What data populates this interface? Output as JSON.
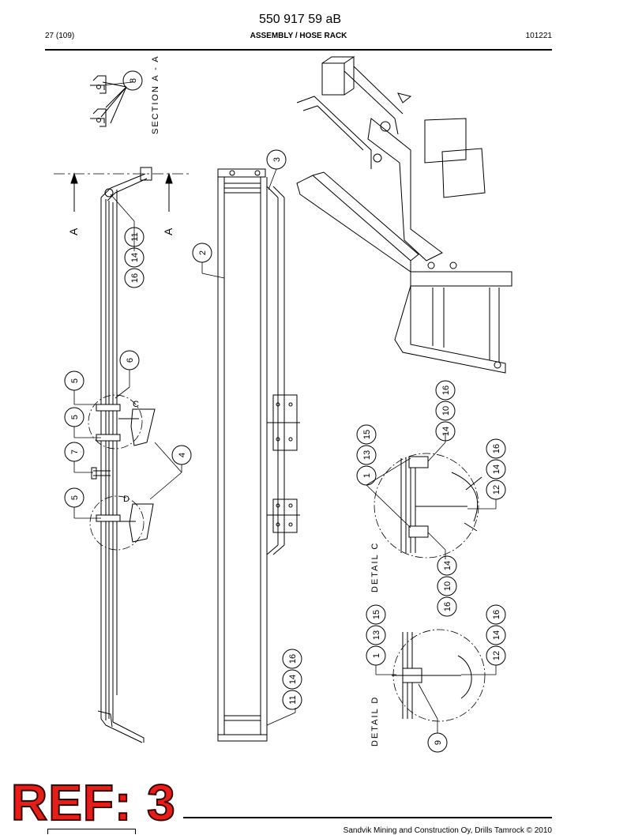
{
  "header": {
    "doc_number": "550 917 59 aB",
    "page": "27 (109)",
    "section": "ASSEMBLY / HOSE RACK",
    "date": "101221"
  },
  "drawing": {
    "section_label": "SECTION A - A",
    "section_marker_left": "A",
    "section_marker_right": "A",
    "detail_c_label": "DETAIL C",
    "detail_d_label": "DETAIL D",
    "detail_c_mark": "C",
    "detail_d_mark": "D",
    "balloons": {
      "b1": "1",
      "b2": "2",
      "b3": "3",
      "b4": "4",
      "b5": "5",
      "b6": "6",
      "b7": "7",
      "b8": "8",
      "b9": "9",
      "b10": "10",
      "b11": "11",
      "b12": "12",
      "b13": "13",
      "b14": "14",
      "b15": "15",
      "b16": "16"
    }
  },
  "stamp": {
    "text": "REF: 3"
  },
  "footer": {
    "copyright": "Sandvik Mining and Construction Oy, Drills Tamrock © 2010"
  }
}
